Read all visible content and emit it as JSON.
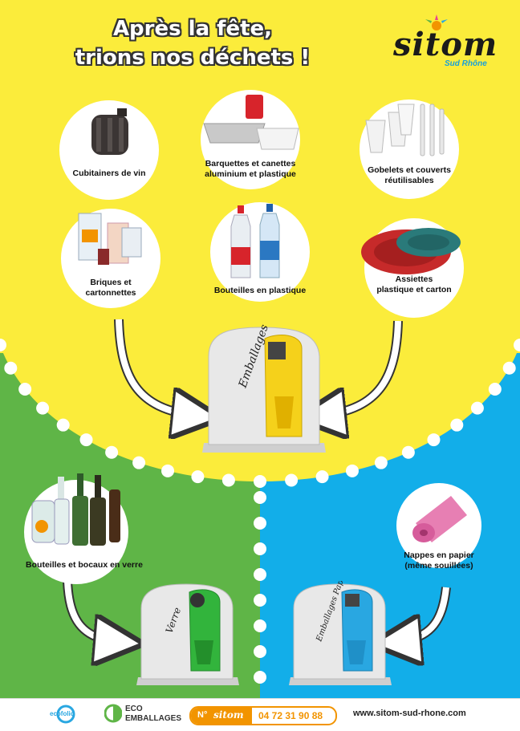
{
  "header": {
    "title_line1": "Après la fête,",
    "title_line2": "trions nos déchets !"
  },
  "logo": {
    "brand": "sitom",
    "subtitle": "Sud Rhône"
  },
  "items_yellow": [
    {
      "label": "Cubitainers de vin",
      "icon": "wine-cask-icon"
    },
    {
      "label_line1": "Barquettes et canettes",
      "label_line2": "aluminium et plastique",
      "icon": "aluminium-tray-icon"
    },
    {
      "label_line1": "Gobelets et couverts",
      "label_line2": "réutilisables",
      "icon": "cups-cutlery-icon"
    },
    {
      "label_line1": "Briques et",
      "label_line2": "cartonnettes",
      "icon": "carton-icon"
    },
    {
      "label": "Bouteilles en plastique",
      "icon": "plastic-bottle-icon"
    },
    {
      "label_line1": "Assiettes",
      "label_line2": "plastique et carton",
      "icon": "plate-icon"
    }
  ],
  "bins": {
    "yellow": {
      "label": "Emballages",
      "color": "#f5d11b"
    },
    "green": {
      "label": "Verre",
      "color": "#32b43c"
    },
    "blue": {
      "label": "Emballages Papiers",
      "color": "#29a7e1"
    }
  },
  "items_green": {
    "label": "Bouteilles et bocaux en verre",
    "icon": "glass-bottles-icon"
  },
  "items_blue": {
    "label_line1": "Nappes en papier",
    "label_line2": "(même souillées)",
    "icon": "paper-roll-icon"
  },
  "footer": {
    "ecofolio": "ecofolio",
    "eco_line1": "ECO",
    "eco_line2": "EMBALLAGES",
    "phone_prefix": "N°",
    "phone_brand": "sitom",
    "phone": "04 72 31 90 88",
    "website": "www.sitom-sud-rhone.com"
  },
  "colors": {
    "yellow": "#fbec3b",
    "green": "#5fb547",
    "blue": "#12aee9"
  }
}
